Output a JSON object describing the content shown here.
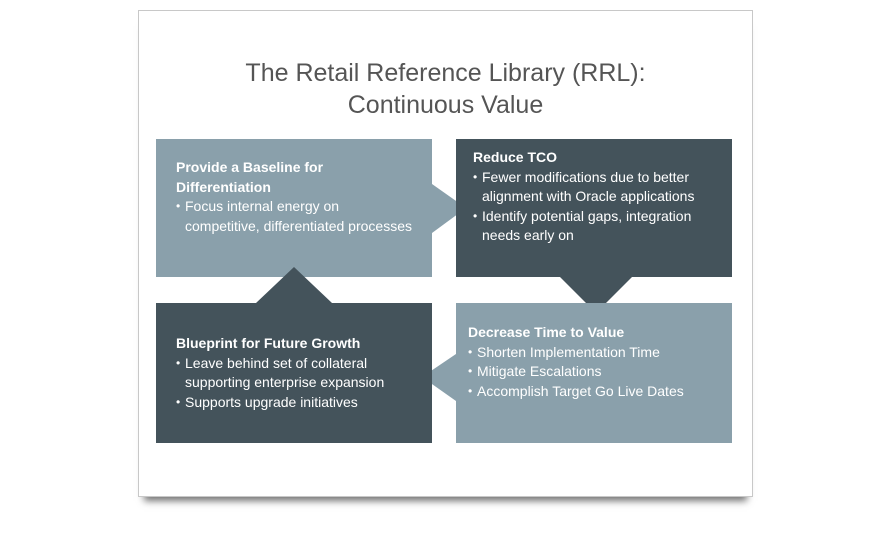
{
  "title": {
    "line1": "The Retail Reference Library (RRL):",
    "line2": "Continuous Value"
  },
  "colors": {
    "light": "#8aa0ab",
    "dark": "#44535b",
    "title": "#555555"
  },
  "boxes": {
    "top_left": {
      "heading_line1": "Provide a Baseline for",
      "heading_line2": "Differentiation",
      "bullets": [
        "Focus internal energy on competitive, differentiated processes"
      ]
    },
    "top_right": {
      "heading": "Reduce TCO",
      "bullets": [
        "Fewer modifications due to better alignment with Oracle applications",
        "Identify  potential gaps, integration  needs early on"
      ]
    },
    "bottom_left": {
      "heading": "Blueprint for Future Growth",
      "bullets": [
        "Leave behind set of collateral supporting enterprise expansion",
        "Supports upgrade initiatives"
      ]
    },
    "bottom_right": {
      "heading": "Decrease Time to Value",
      "bullets": [
        "Shorten Implementation Time",
        "Mitigate Escalations",
        "Accomplish Target Go Live Dates"
      ]
    }
  }
}
